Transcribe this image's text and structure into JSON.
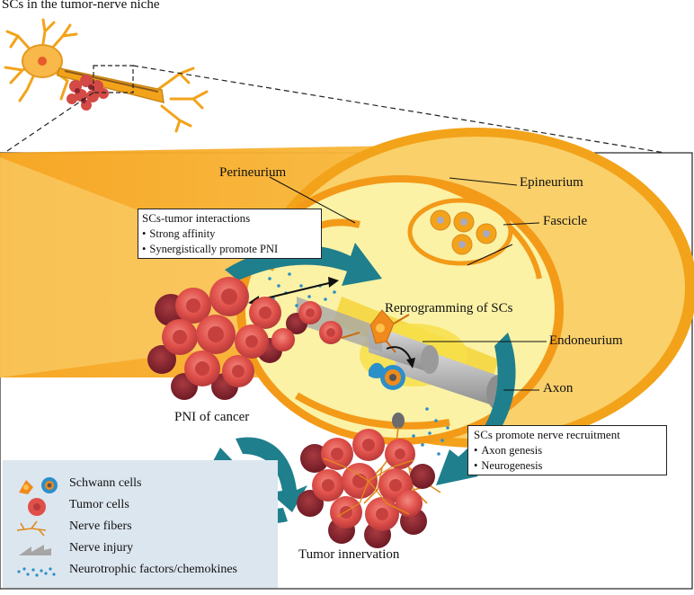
{
  "title": "SCs in the tumor-nerve niche",
  "labels": {
    "perineurium": "Perineurium",
    "epineurium": "Epineurium",
    "fascicle": "Fascicle",
    "reprogramming": "Reprogramming of SCs",
    "endoneurium": "Endoneurium",
    "axon": "Axon",
    "pni_of_cancer": "PNI of cancer",
    "tumor_innervation": "Tumor innervation"
  },
  "interaction_box": {
    "title": "SCs-tumor interactions",
    "items": [
      "Strong affinity",
      "Synergistically promote PNI"
    ]
  },
  "recruitment_box": {
    "title": "SCs promote nerve recruitment",
    "items": [
      "Axon genesis",
      "Neurogenesis"
    ]
  },
  "legend": [
    {
      "icon": "schwann-cells-icon",
      "label": "Schwann cells"
    },
    {
      "icon": "tumor-cells-icon",
      "label": "Tumor cells"
    },
    {
      "icon": "nerve-fibers-icon",
      "label": "Nerve fibers"
    },
    {
      "icon": "nerve-injury-icon",
      "label": "Nerve injury"
    },
    {
      "icon": "neurotrophic-factors-icon",
      "label": "Neurotrophic factors/chemokines"
    }
  ],
  "colors": {
    "epineurium": "#f3a31a",
    "endoneurium": "#fbf2a6",
    "tumor": "#e0504a",
    "tumor_dark": "#8c2530",
    "arrow_teal": "#1f7f8c",
    "schwann_orange": "#f08a1c",
    "schwann_blue": "#2b8fc9",
    "legend_bg": "#dce6ef"
  }
}
